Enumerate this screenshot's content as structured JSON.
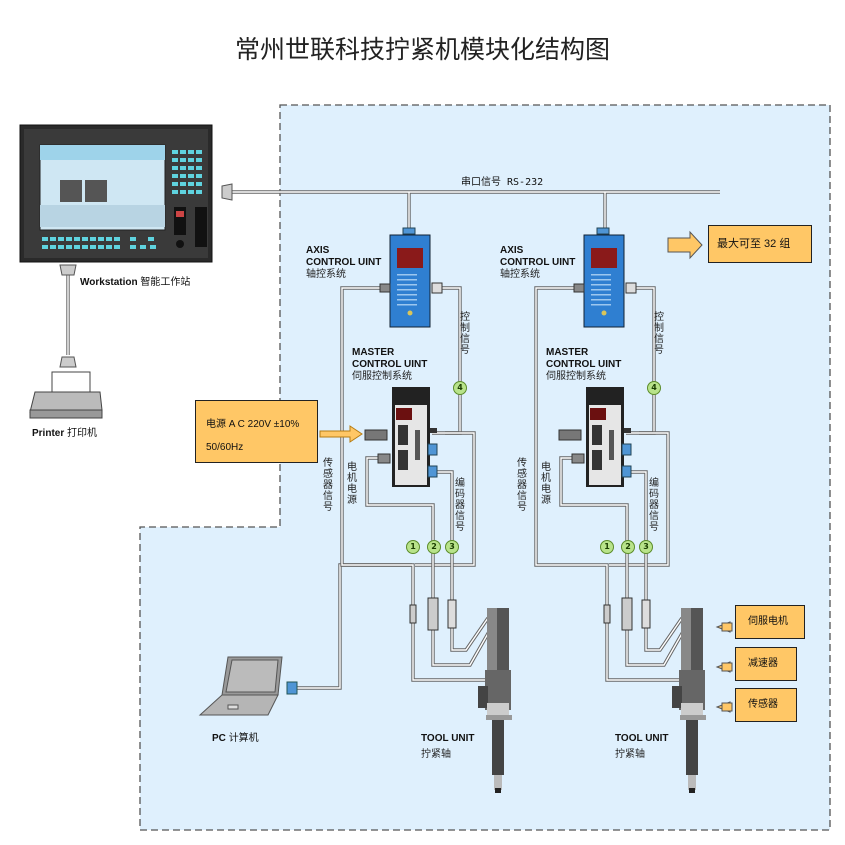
{
  "title": "常州世联科技拧紧机模块化结构图",
  "colors": {
    "panel_bg": "#dff0fd",
    "panel_border": "#555555",
    "callout_fill": "#ffc766",
    "unit_blue": "#2f7fd1",
    "badge_green": "#b8e38a",
    "cable": "#7a7a7a"
  },
  "workstation": {
    "label_en": "Workstation",
    "label_cn": "智能工作站"
  },
  "printer": {
    "label_en": "Printer",
    "label_cn": "打印机"
  },
  "pc": {
    "label_en": "PC",
    "label_cn": "计算机"
  },
  "bus": {
    "label": "串口信号 RS-232"
  },
  "max_groups_callout": "最大可至 32 组",
  "power_callout": {
    "line1": "电源 A C 220V ±10%",
    "line2": "50/60Hz"
  },
  "groups": [
    {
      "axis": {
        "en1": "AXIS",
        "en2": "CONTROL UINT",
        "cn": "轴控系统"
      },
      "master": {
        "en1": "MASTER",
        "en2": "CONTROL UINT",
        "cn": "伺服控制系统"
      },
      "tool": {
        "en": "TOOL UNIT",
        "cn": "拧紧轴"
      },
      "signals": {
        "control": "控制信号",
        "sensor": "传感器信号",
        "motor_power": "电机电源",
        "encoder": "编码器信号"
      },
      "badges": [
        "1",
        "2",
        "3",
        "4"
      ]
    },
    {
      "axis": {
        "en1": "AXIS",
        "en2": "CONTROL UINT",
        "cn": "轴控系统"
      },
      "master": {
        "en1": "MASTER",
        "en2": "CONTROL UINT",
        "cn": "伺服控制系统"
      },
      "tool": {
        "en": "TOOL UNIT",
        "cn": "拧紧轴"
      },
      "signals": {
        "control": "控制信号",
        "sensor": "传感器信号",
        "motor_power": "电机电源",
        "encoder": "编码器信号"
      },
      "badges": [
        "1",
        "2",
        "3",
        "4"
      ]
    }
  ],
  "tool_parts": [
    "伺服电机",
    "减速器",
    "传感器"
  ]
}
